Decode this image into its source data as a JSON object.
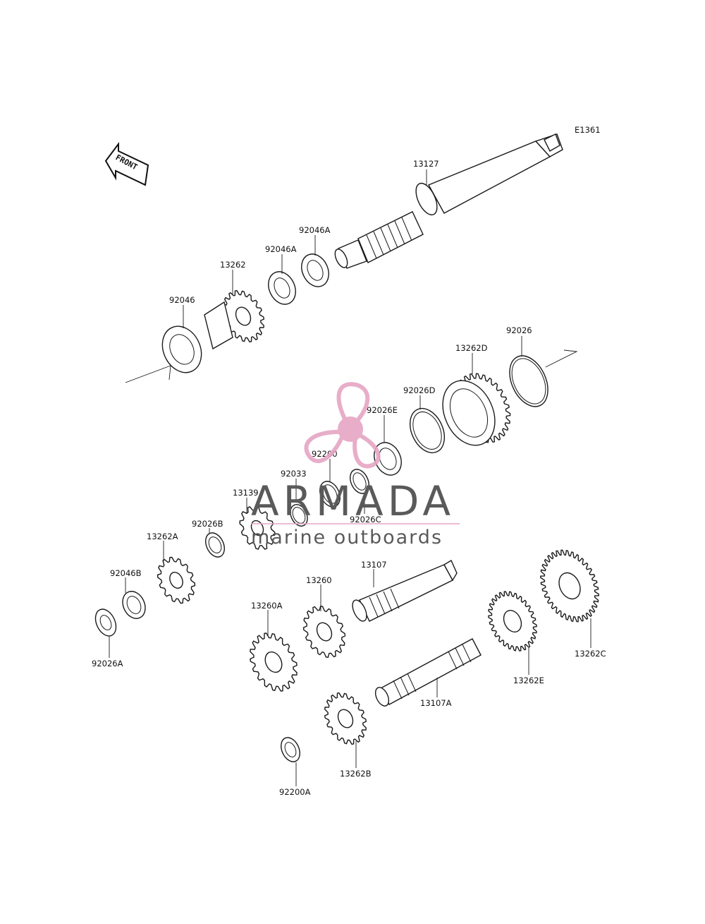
{
  "diagram": {
    "code": "E1361",
    "front_label": "FRONT",
    "watermark": {
      "brand": "ARMADA",
      "tagline": "marine outboards",
      "color": "#e6a5c4"
    },
    "labels": {
      "p13127": "13127",
      "p92046A_top": "92046A",
      "p92046A_mid": "92046A",
      "p13262": "13262",
      "p92046": "92046",
      "p13262D": "13262D",
      "p92026": "92026",
      "p92026D": "92026D",
      "p92026E": "92026E",
      "p92200": "92200",
      "p92033": "92033",
      "p13139": "13139",
      "p92026C": "92026C",
      "p92026B": "92026B",
      "p13262A": "13262A",
      "p92046B": "92046B",
      "p92026A": "92026A",
      "p13107": "13107",
      "p13260": "13260",
      "p13260A": "13260A",
      "p13262E": "13262E",
      "p13262C": "13262C",
      "p13107A": "13107A",
      "p92200A": "92200A",
      "p13262B": "13262B"
    }
  }
}
